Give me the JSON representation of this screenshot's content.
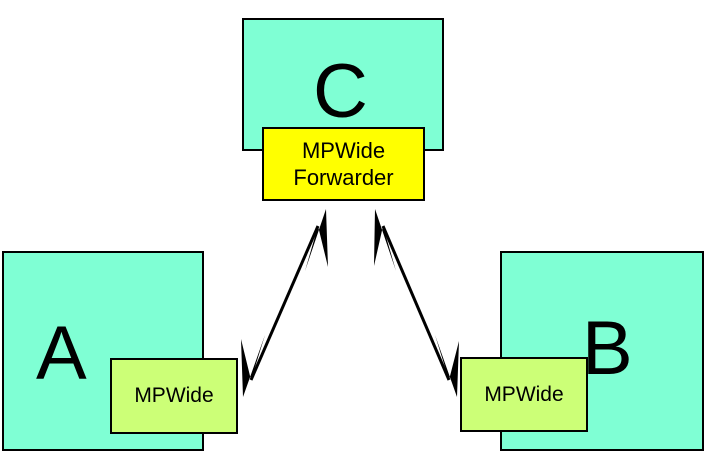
{
  "diagram": {
    "colors": {
      "site_fill": "#7fffd4",
      "mpwide_fill": "#ccff77",
      "forwarder_fill": "#ffff00",
      "outline": "#000000"
    },
    "nodes": {
      "a": {
        "label": "A",
        "component": "MPWide"
      },
      "b": {
        "label": "B",
        "component": "MPWide"
      },
      "c": {
        "label": "C",
        "component_line1": "MPWide",
        "component_line2": "Forwarder"
      }
    },
    "connections": [
      {
        "from": "A",
        "to": "C",
        "style": "bidirectional-arrow"
      },
      {
        "from": "B",
        "to": "C",
        "style": "bidirectional-arrow"
      }
    ]
  }
}
